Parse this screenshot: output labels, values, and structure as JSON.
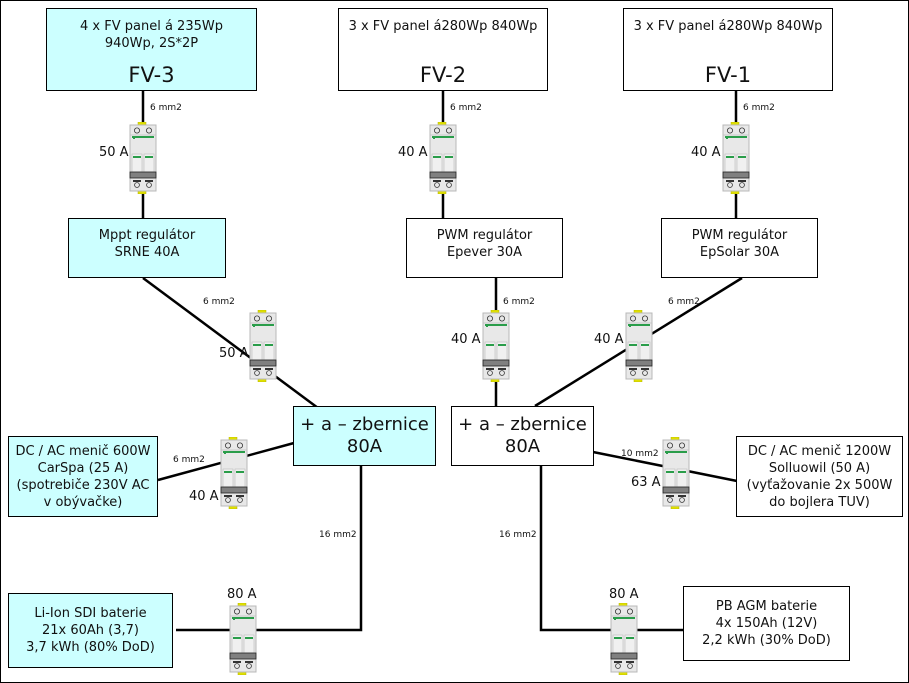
{
  "pv_arrays": [
    {
      "id": "fv3",
      "line1": "4 x FV panel á 235Wp",
      "line2": "940Wp,  2S*2P",
      "name": "FV-3",
      "fill": "#ccffff"
    },
    {
      "id": "fv2",
      "line1": "3 x FV panel á280Wp 840Wp",
      "line2": "",
      "name": "FV-2",
      "fill": "#ffffff"
    },
    {
      "id": "fv1",
      "line1": "3 x FV panel á280Wp 840Wp",
      "line2": "",
      "name": "FV-1",
      "fill": "#ffffff"
    }
  ],
  "regulators": [
    {
      "id": "srne",
      "line1": "Mppt regulátor",
      "line2": "SRNE 40A",
      "fill": "#ccffff"
    },
    {
      "id": "epever",
      "line1": "PWM regulátor",
      "line2": "Epever 30A",
      "fill": "#ffffff"
    },
    {
      "id": "epsolar",
      "line1": "PWM regulátor",
      "line2": "EpSolar 30A",
      "fill": "#ffffff"
    }
  ],
  "busbars": [
    {
      "id": "bus-left",
      "line1": "+ a – zbernice",
      "line2": "80A",
      "fill": "#ccffff"
    },
    {
      "id": "bus-right",
      "line1": "+ a – zbernice",
      "line2": "80A",
      "fill": "#ffffff"
    }
  ],
  "inverters": [
    {
      "id": "inv-600",
      "lines": [
        "DC / AC menič 600W",
        "CarSpa (25 A)",
        "(spotrebiče 230V AC",
        "v obývačke)"
      ],
      "fill": "#ccffff"
    },
    {
      "id": "inv-1200",
      "lines": [
        "DC / AC menič 1200W",
        "Solluowil (50 A)",
        "(vyťažovanie 2x 500W",
        "do bojlera TUV)"
      ],
      "fill": "#ffffff"
    }
  ],
  "batteries": [
    {
      "id": "li-ion",
      "lines": [
        "Li-Ion SDI baterie",
        "21x 60Ah (3,7)",
        "3,7 kWh (80% DoD)"
      ],
      "fill": "#ccffff"
    },
    {
      "id": "pb-agm",
      "lines": [
        "PB AGM baterie",
        "4x 150Ah (12V)",
        "2,2 kWh (30% DoD)"
      ],
      "fill": "#ffffff"
    }
  ],
  "breakers": [
    {
      "id": "br-fv3",
      "rating": "50 A",
      "cable": "6 mm2"
    },
    {
      "id": "br-fv2",
      "rating": "40 A",
      "cable": "6 mm2"
    },
    {
      "id": "br-fv1",
      "rating": "40 A",
      "cable": "6 mm2"
    },
    {
      "id": "br-srne",
      "rating": "50 A",
      "cable": "6 mm2"
    },
    {
      "id": "br-epever",
      "rating": "40 A",
      "cable": "6 mm2"
    },
    {
      "id": "br-epsolar",
      "rating": "40 A",
      "cable": "6 mm2"
    },
    {
      "id": "br-inv600",
      "rating": "40 A",
      "cable": "6 mm2"
    },
    {
      "id": "br-inv1200",
      "rating": "63 A",
      "cable": "10 mm2"
    },
    {
      "id": "br-li-ion",
      "rating": "80 A",
      "cable": "16 mm2"
    },
    {
      "id": "br-pb-agm",
      "rating": "80 A",
      "cable": "16 mm2"
    }
  ],
  "colors": {
    "cyan_fill": "#ccffff",
    "breaker_body": "#e8e8e8",
    "breaker_green": "#2a9d4a",
    "breaker_handle": "#808080",
    "terminal_yellow": "#e0e000"
  }
}
